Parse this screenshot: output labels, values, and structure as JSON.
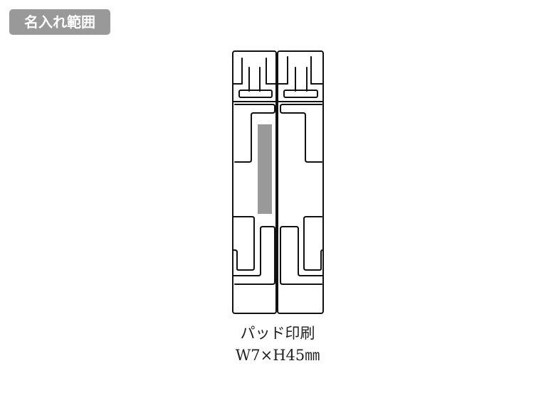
{
  "badge": {
    "label": "名入れ範囲",
    "background": "#999999",
    "text_color": "#ffffff"
  },
  "drawing": {
    "description": "Front view line drawing of a two-part product with a printable area",
    "line_color": "#111111",
    "print_area_color": "#999999"
  },
  "caption": {
    "method": "パッド印刷",
    "size": "W7×H45㎜"
  }
}
